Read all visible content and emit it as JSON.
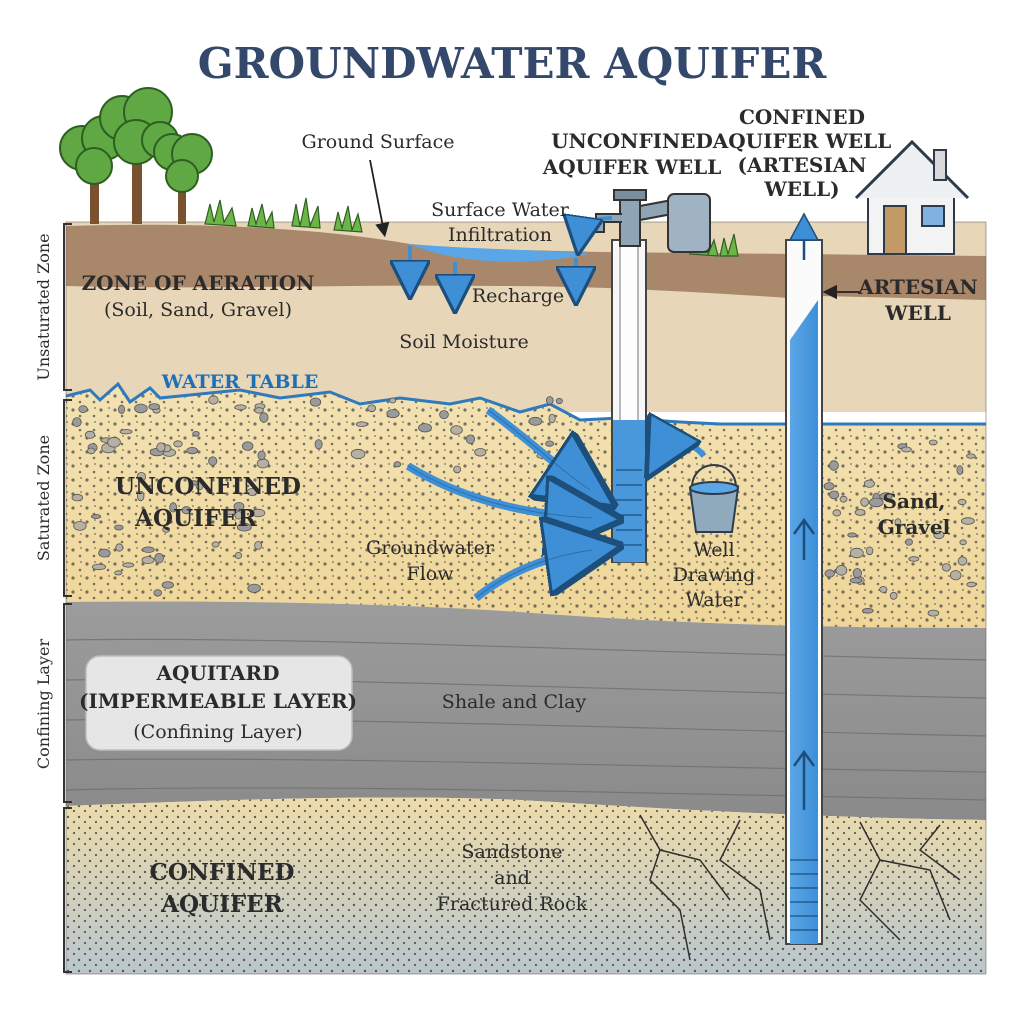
{
  "title": "GROUNDWATER AQUIFER",
  "side_labels": {
    "unsaturated": "Unsaturated Zone",
    "saturated": "Saturated Zone",
    "confining": "Confining Layer"
  },
  "labels": {
    "ground_surface": "Ground Surface",
    "unconfined_well": [
      "UNCONFINED",
      "AQUIFER WELL"
    ],
    "confined_well": [
      "CONFINED",
      "AQUIFER WELL",
      "(ARTESIAN",
      "WELL)"
    ],
    "surface_infiltration": [
      "Surface Water",
      "Infiltration"
    ],
    "zone_aeration": [
      "ZONE OF AERATION",
      "(Soil, Sand, Gravel)"
    ],
    "recharge": "Recharge",
    "soil_moisture": "Soil Moisture",
    "artesian_well": [
      "ARTESIAN",
      "WELL"
    ],
    "water_table": "WATER TABLE",
    "unconfined_aquifer": [
      "UNCONFINED",
      "AQUIFER"
    ],
    "groundwater_flow": [
      "Groundwater",
      "Flow"
    ],
    "well_drawing": [
      "Well",
      "Drawing",
      "Water"
    ],
    "sand_gravel": [
      "Sand,",
      "Gravel"
    ],
    "aquitard": [
      "AQUITARD",
      "(IMPERMEABLE LAYER)",
      "(Confining Layer)"
    ],
    "shale_clay": "Shale and Clay",
    "confined_aquifer": [
      "CONFINED",
      "AQUIFER"
    ],
    "sandstone": [
      "Sandstone",
      "and",
      "Fractured Rock"
    ]
  },
  "colors": {
    "title": "#33486a",
    "topsoil": "#a7866a",
    "aeration": "#e9d9bd",
    "unconfined": "#f1dca4",
    "aquitard": "#8e8e8e",
    "confined": "#d8cfae",
    "water": "#4a98dc",
    "arrow": "#3f8fd6",
    "tree": "#5fa843"
  }
}
